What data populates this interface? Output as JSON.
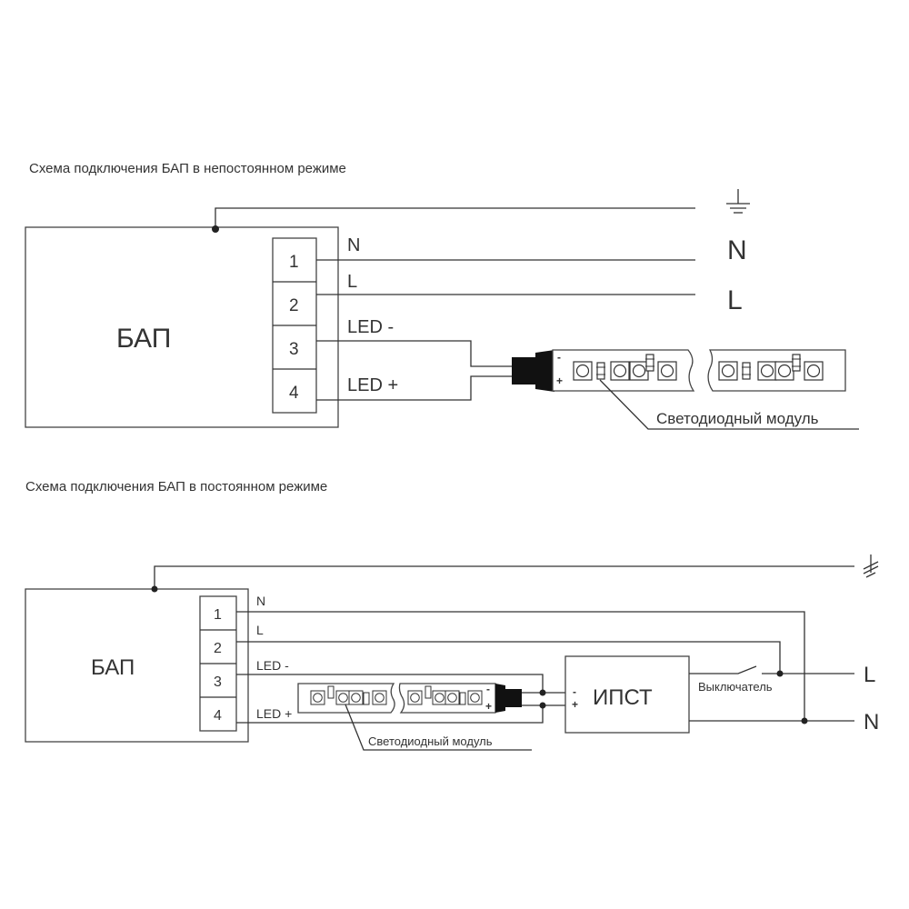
{
  "colors": {
    "line": "#333333",
    "strip_fill": "#ffffff",
    "connector": "#111111"
  },
  "diagram1": {
    "title": "Схема подключения БАП в непостоянном режиме",
    "unit_label": "БАП",
    "pins": [
      "1",
      "2",
      "3",
      "4"
    ],
    "wire_labels": {
      "n": "N",
      "l": "L",
      "led_minus": "LED -",
      "led_plus": "LED +"
    },
    "network": {
      "n": "N",
      "l": "L",
      "ground": "ground-icon"
    },
    "module_label": "Светодиодный модуль",
    "polarity": {
      "minus": "-",
      "plus": "+"
    }
  },
  "diagram2": {
    "title": "Схема подключения БАП в постоянном режиме",
    "unit_label": "БАП",
    "pins": [
      "1",
      "2",
      "3",
      "4"
    ],
    "wire_labels": {
      "n": "N",
      "l": "L",
      "led_minus": "LED -",
      "led_plus": "LED +"
    },
    "driver_label": "ИПСТ",
    "switch_label": "Выключатель",
    "network": {
      "l": "L",
      "n": "N",
      "ground": "ground-icon"
    },
    "module_label": "Светодиодный модуль",
    "polarity": {
      "minus": "-",
      "plus": "+"
    }
  }
}
